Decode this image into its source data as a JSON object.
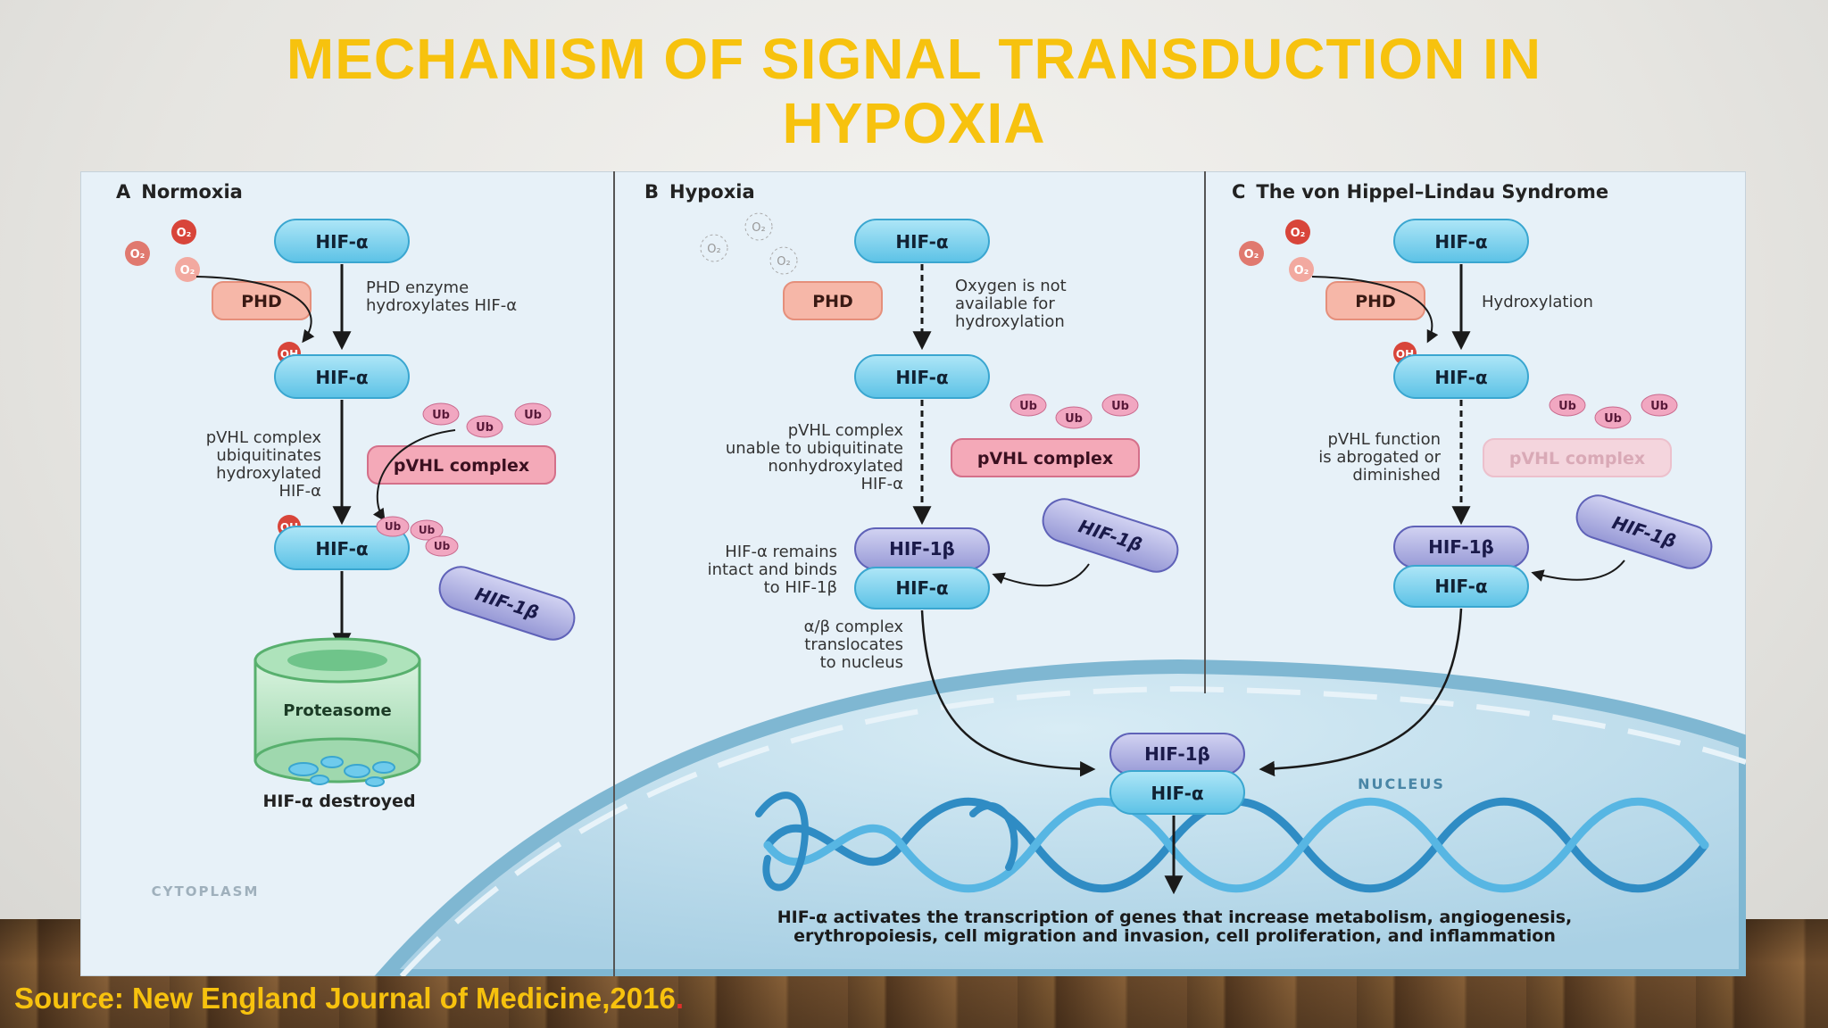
{
  "title": {
    "line1": "MECHANISM OF SIGNAL TRANSDUCTION IN",
    "line2": "HYPOXIA"
  },
  "source": {
    "text": "Source: New England Journal of Medicine,2016",
    "dot": "."
  },
  "colors": {
    "title": "#f7c20e",
    "hif_alpha": "#7fd3ef",
    "hif_beta": "#b6b8e6",
    "phd": "#f6b7a8",
    "pvhl": "#f4a9b8",
    "ub": "#f1a7c1",
    "oh": "#d8453a",
    "o2": "#e0796f",
    "nucleus": "#bcdcec",
    "proteasome": "#bfe8c8"
  },
  "panels": {
    "a": {
      "letter": "A",
      "title": "Normoxia",
      "hif_alpha": "HIF-α",
      "phd": "PHD",
      "o2": "O₂",
      "oh": "OH",
      "ub": "Ub",
      "step1": [
        "PHD enzyme",
        "hydroxylates HIF-α"
      ],
      "step2": [
        "pVHL complex",
        "ubiquitinates",
        "hydroxylated",
        "HIF-α"
      ],
      "pvhl": "pVHL complex",
      "hif_beta": "HIF-1β",
      "proteasome": "Proteasome",
      "destroyed": "HIF-α destroyed",
      "cytoplasm": "CYTOPLASM"
    },
    "b": {
      "letter": "B",
      "title": "Hypoxia",
      "hif_alpha": "HIF-α",
      "phd": "PHD",
      "o2": "O₂",
      "ub": "Ub",
      "step1": [
        "Oxygen is not",
        "available for",
        "hydroxylation"
      ],
      "step2": [
        "pVHL complex",
        "unable to ubiquitinate",
        "nonhydroxylated",
        "HIF-α"
      ],
      "pvhl": "pVHL complex",
      "hif_beta": "HIF-1β",
      "step3": [
        "HIF-α remains",
        "intact and binds",
        "to HIF-1β"
      ],
      "step4": [
        "α/β complex",
        "translocates",
        "to nucleus"
      ]
    },
    "c": {
      "letter": "C",
      "title": "The von Hippel–Lindau Syndrome",
      "hif_alpha": "HIF-α",
      "phd": "PHD",
      "o2": "O₂",
      "oh": "OH",
      "ub": "Ub",
      "step1": [
        "Hydroxylation"
      ],
      "step2": [
        "pVHL function",
        "is abrogated or",
        "diminished"
      ],
      "pvhl": "pVHL complex",
      "hif_beta": "HIF-1β"
    }
  },
  "nucleus": {
    "label": "NUCLEUS",
    "hif_beta": "HIF-1β",
    "hif_alpha": "HIF-α",
    "caption": [
      "HIF-α activates the transcription of genes that increase metabolism, angiogenesis,",
      "erythropoiesis, cell migration and invasion, cell proliferation, and inflammation"
    ]
  }
}
